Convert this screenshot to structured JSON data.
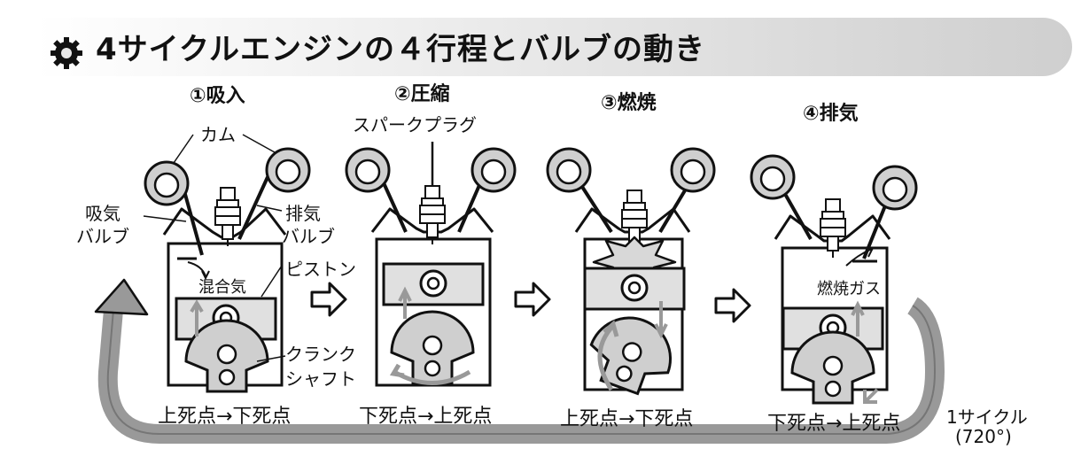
{
  "title": "4サイクルエンジンの４行程とバルブの動き",
  "stages": [
    {
      "label": "①吸入",
      "transition": "上死点→下死点"
    },
    {
      "label": "②圧縮",
      "transition": "下死点→上死点"
    },
    {
      "label": "③燃焼",
      "transition": "上死点→下死点"
    },
    {
      "label": "④排気",
      "transition": "下死点→上死点"
    }
  ],
  "labels": {
    "cam": "カム",
    "intake_valve_1": "吸気",
    "intake_valve_2": "バルブ",
    "exhaust_valve_1": "排気",
    "exhaust_valve_2": "バルブ",
    "mixture": "混合気",
    "piston": "ピストン",
    "crank_1": "クランク",
    "crank_2": "シャフト",
    "spark_plug": "スパークプラグ",
    "exhaust_gas": "燃焼ガス"
  },
  "cycle": {
    "label": "1サイクル",
    "angle": "(720°)"
  },
  "icons": [
    "gear-icon",
    "arrow-right-icon",
    "cycle-arrow-icon",
    "cam-icon",
    "spark-plug-icon",
    "piston-icon",
    "crankshaft-icon",
    "explosion-icon"
  ]
}
